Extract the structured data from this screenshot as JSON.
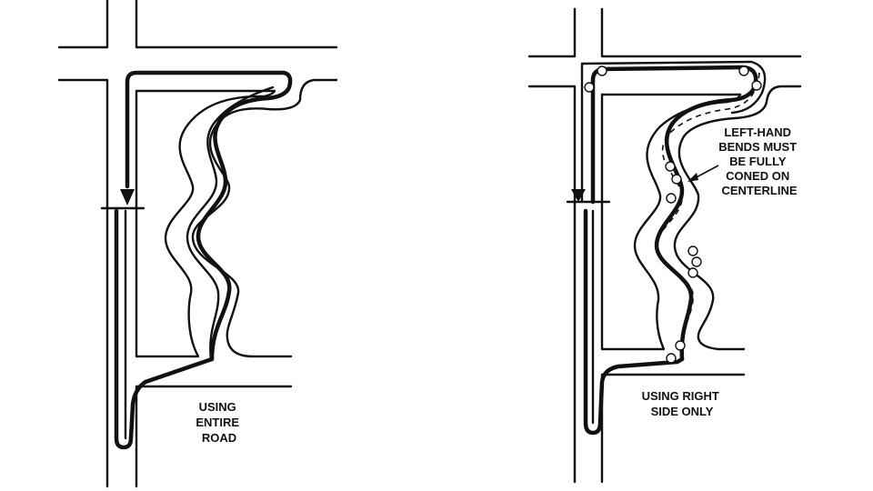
{
  "left_panel": {
    "caption_lines": [
      "USING",
      "ENTIRE",
      "ROAD"
    ]
  },
  "right_panel": {
    "caption_lines": [
      "USING RIGHT",
      "SIDE ONLY"
    ],
    "callout_lines": [
      "LEFT-HAND",
      "BENDS MUST",
      "BE FULLY",
      "CONED ON",
      "CENTERLINE"
    ]
  },
  "colors": {
    "ink": "#111111",
    "background": "#ffffff"
  },
  "icons": [
    "arrowhead-icon",
    "traffic-cone-icon"
  ]
}
